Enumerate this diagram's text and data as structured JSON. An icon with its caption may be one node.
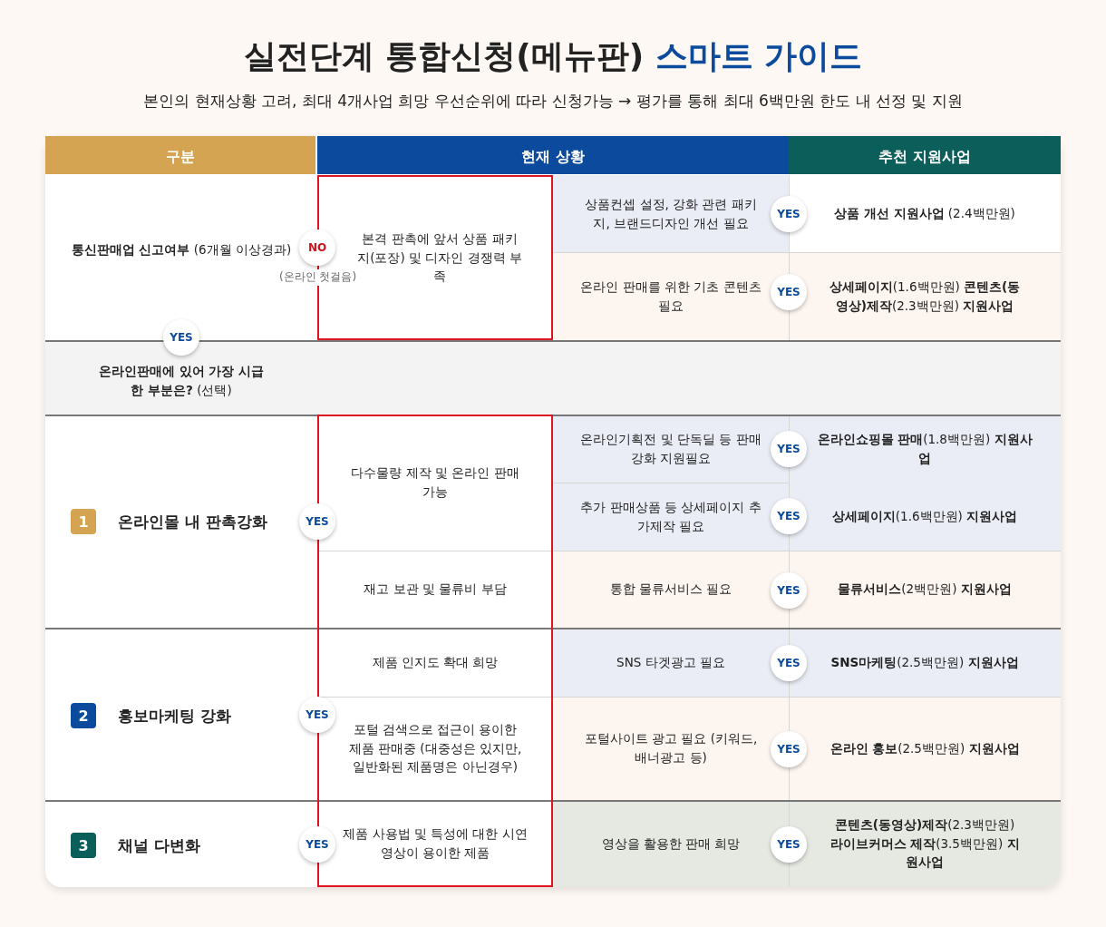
{
  "diagram": {
    "title": "실전단계 통합신청(메뉴판) **스마트 가이드**",
    "caption": "본인의 현재상황 고려, 최대 4개사업 희망 우선순위에 따라 신청가능 → 평가를 통해 최대 6백만원 한도 내 선정 및 지원",
    "labels": [
      "구분",
      "현재 상황",
      "추천 지원사업",
      "**통신판매업 신고여부** (6개월 이상경과)",
      "NO",
      "(온라인 첫걸음)",
      "본격 판촉에 앞서 상품 패키지(포장) 및 디자인 경쟁력 부족",
      "상품컨셉 설정, 강화 관련 패키지, 브랜드디자인 개선 필요",
      "YES",
      "**상품 개선 지원사업** (2.4백만원)",
      "온라인 판매를 위한 기초 콘텐츠 필요",
      "YES",
      "**상세페이지**(1.6백만원) **콘텐츠(동영상)제작**(2.3백만원) **지원사업**",
      "YES",
      "**온라인판매에 있어 가장 시급한 부분은?** (선택)",
      "1",
      "온라인몰 내 판촉강화",
      "YES",
      "다수물량 제작 및 온라인 판매 가능",
      "온라인기획전 및 단독딜 등 판매강화 지원필요",
      "YES",
      "**온라인쇼핑몰 판매**(1.8백만원) **지원사업**",
      "추가 판매상품 등 상세페이지 추가제작 필요",
      "YES",
      "**상세페이지**(1.6백만원) **지원사업**",
      "재고 보관 및 물류비 부담",
      "통합 물류서비스 필요",
      "YES",
      "**물류서비스**(2백만원) **지원사업**",
      "2",
      "홍보마케팅 강화",
      "YES",
      "제품 인지도 확대 희망",
      "SNS 타겟광고 필요",
      "YES",
      "**SNS마케팅**(2.5백만원) **지원사업**",
      "포털 검색으로 접근이 용이한 제품 판매중 (대중성은 있지만, 일반화된 제품명은 아닌경우)",
      "포털사이트 광고 필요 (키워드, 배너광고 등)",
      "YES",
      "**온라인 홍보**(2.5백만원) **지원사업**",
      "3",
      "채널 다변화",
      "YES",
      "제품 사용법 및 특성에 대한 시연영상이 용이한 제품",
      "영상을 활용한 판매 희망",
      "YES",
      "**콘텐츠(동영상)제작**(2.3백만원) **라이브커머스 제작**(3.5백만원) **지원사업**"
    ]
  }
}
